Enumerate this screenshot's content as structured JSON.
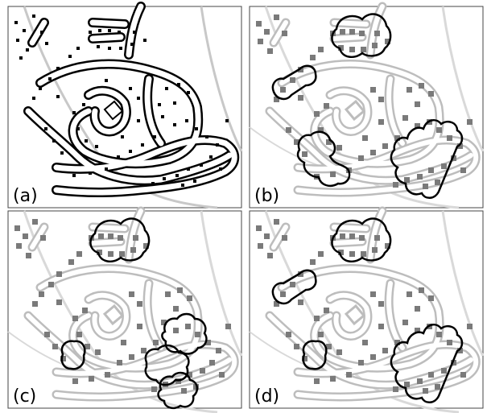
{
  "figure": {
    "panels": [
      {
        "label": "(a)",
        "style": "black buildings with white road network outlined in black"
      },
      {
        "label": "(b)",
        "style": "gray buildings with black cluster outlines"
      },
      {
        "label": "(c)",
        "style": "gray buildings with black cluster outlines"
      },
      {
        "label": "(d)",
        "style": "gray buildings with black cluster outlines"
      }
    ],
    "colors": {
      "background": "#ffffff",
      "road_outline": "#000000",
      "road_fill": "#ffffff",
      "road_gray": "#c8c8c8",
      "building_black": "#000000",
      "building_gray": "#7a7a7a",
      "cluster_outline": "#000000",
      "panel_border": "#444444"
    }
  }
}
